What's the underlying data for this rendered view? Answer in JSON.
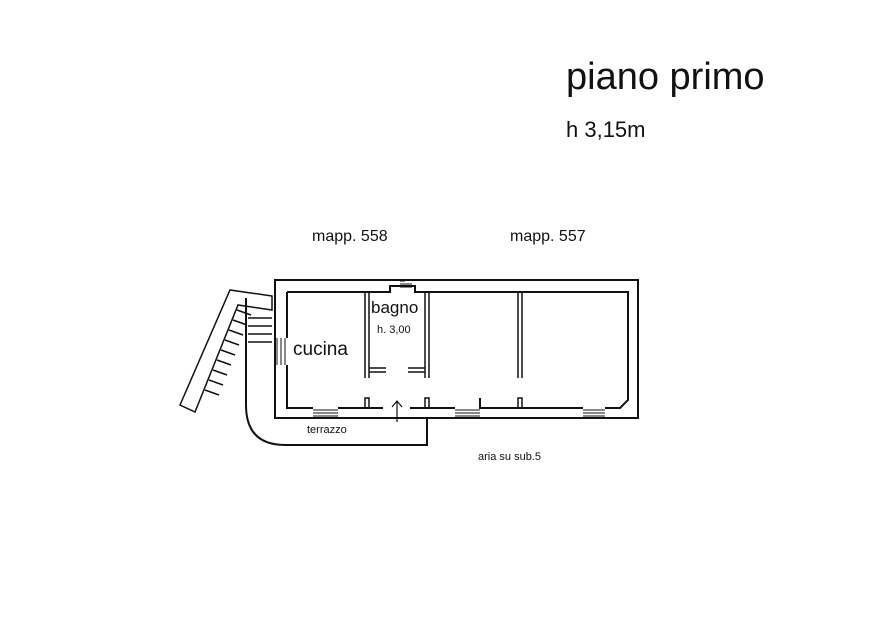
{
  "title": "piano primo",
  "height": "h 3,15m",
  "parcels": [
    "mapp. 558",
    "mapp. 557"
  ],
  "rooms": {
    "cucina": "cucina",
    "bagno": "bagno",
    "bagno_height": "h. 3,00",
    "terrazzo": "terrazzo"
  },
  "note": "aria su sub.5"
}
